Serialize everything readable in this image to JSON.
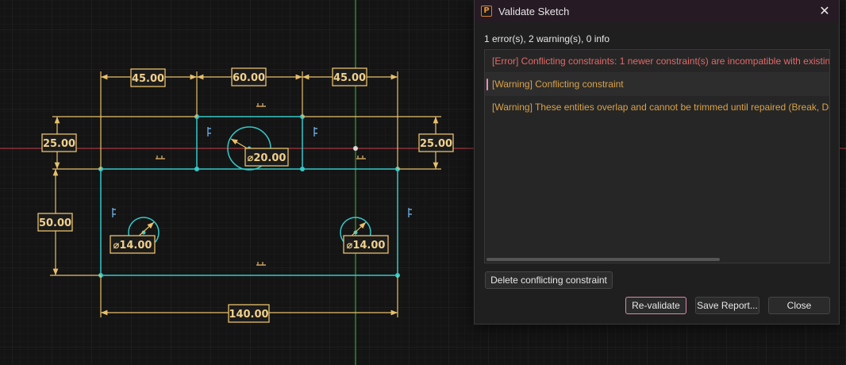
{
  "sketch": {
    "dimensions": {
      "top_left": "45.00",
      "top_middle": "60.00",
      "top_right": "45.00",
      "left_upper": "25.00",
      "right_upper": "25.00",
      "left_lower": "50.00",
      "bottom": "140.00",
      "center_hole": "⌀20.00",
      "left_hole": "⌀14.00",
      "right_hole": "⌀14.00"
    }
  },
  "dialog": {
    "title": "Validate Sketch",
    "app_icon_letter": "P",
    "close_glyph": "✕",
    "summary": "1 error(s), 2 warning(s), 0 info",
    "issues": [
      {
        "severity": "error",
        "text": "[Error] Conflicting constraints: 1 newer constraint(s) are incompatible with existin"
      },
      {
        "severity": "warning",
        "text": "[Warning] Conflicting constraint"
      },
      {
        "severity": "warning",
        "text": "[Warning] These entities overlap and cannot be trimmed until repaired (Break, De"
      }
    ],
    "delete_button": "Delete conflicting constraint",
    "revalidate_button": "Re-validate",
    "save_report_button": "Save Report...",
    "close_button": "Close"
  }
}
